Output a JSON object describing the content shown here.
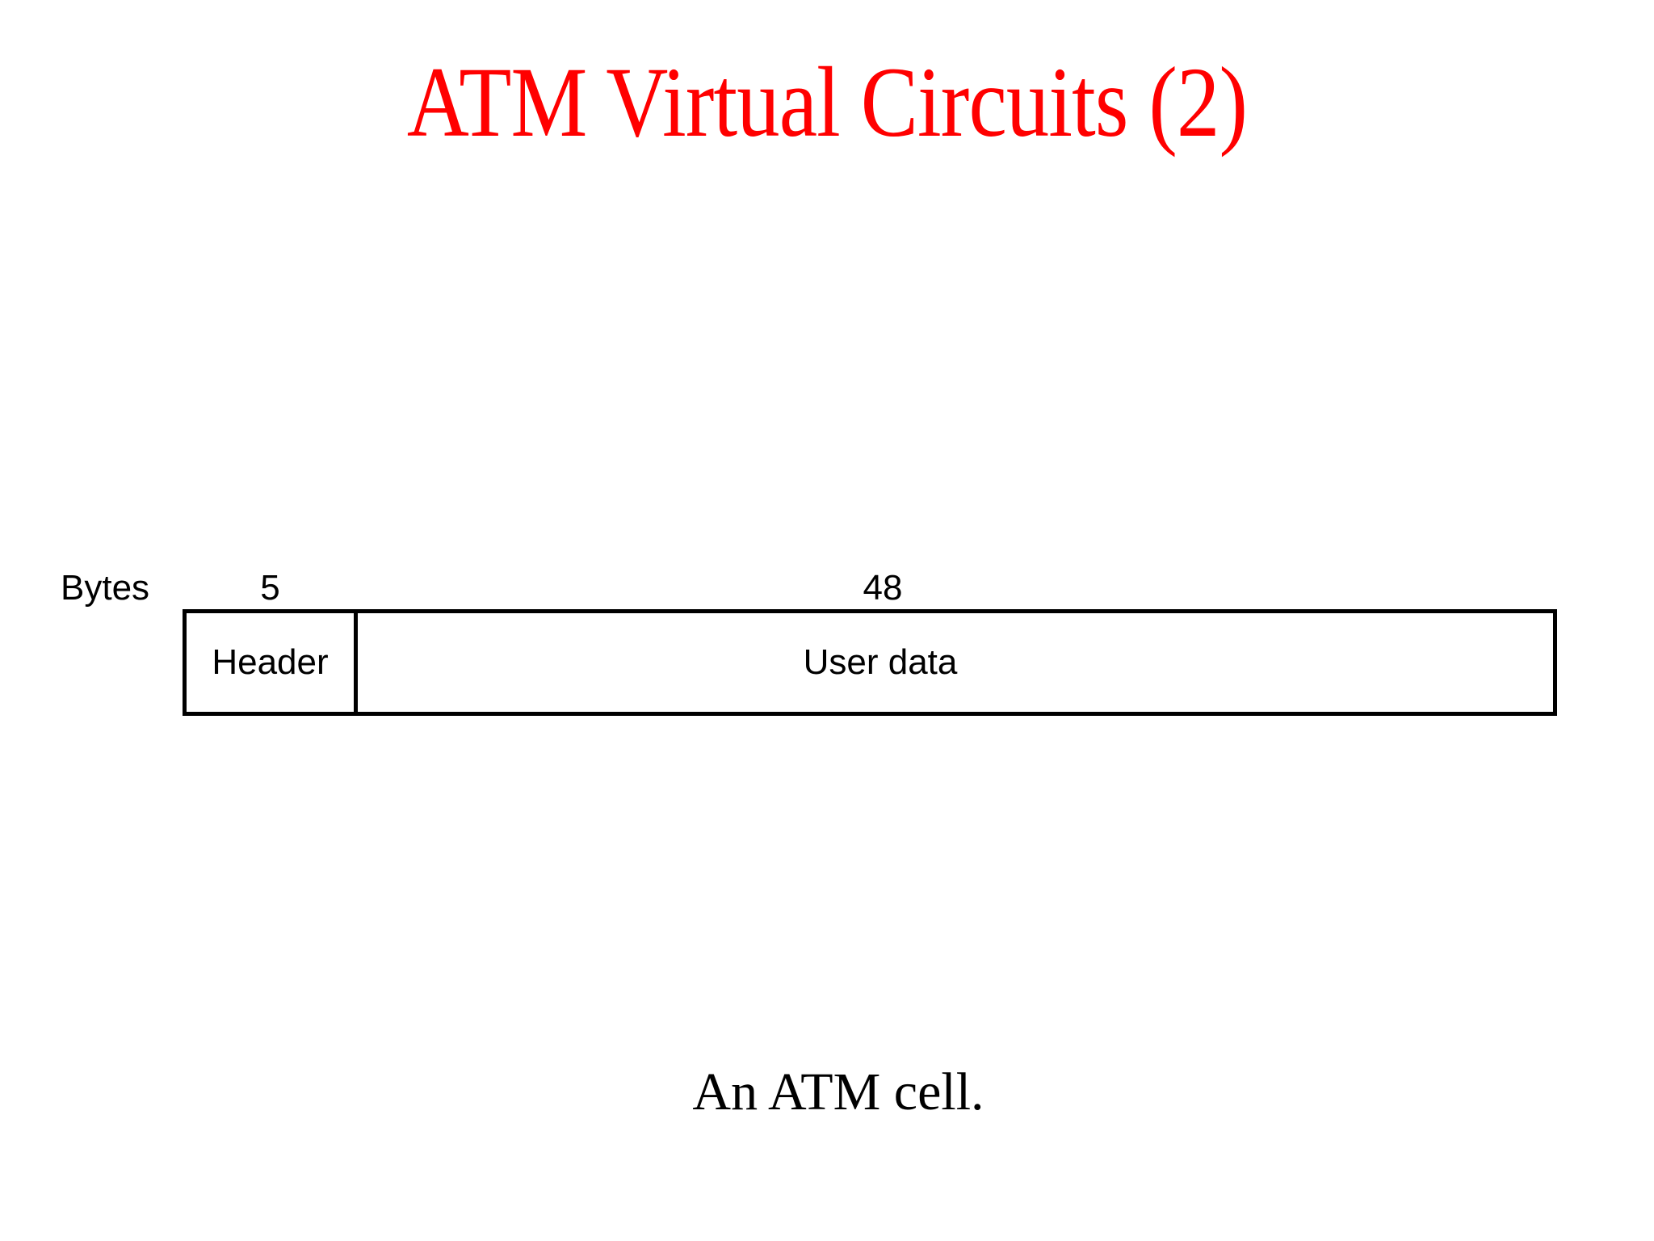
{
  "slide": {
    "title": "ATM Virtual Circuits (2)",
    "title_color": "#ff0000",
    "background_color": "#ffffff",
    "caption": "An ATM cell."
  },
  "diagram": {
    "unit_label": "Bytes",
    "border_color": "#000000",
    "fields": [
      {
        "name": "header",
        "label": "Header",
        "size_label": "5"
      },
      {
        "name": "user-data",
        "label": "User data",
        "size_label": "48"
      }
    ]
  }
}
